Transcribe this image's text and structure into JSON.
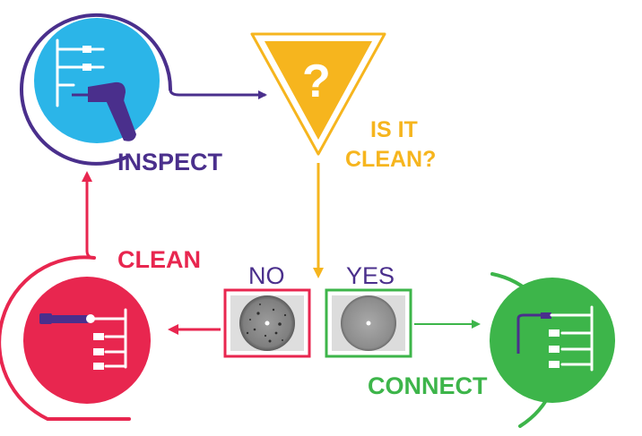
{
  "labels": {
    "inspect": "INSPECT",
    "question_mark": "?",
    "is_it_line1": "IS IT",
    "is_it_line2": "CLEAN?",
    "clean": "CLEAN",
    "no": "NO",
    "yes": "YES",
    "connect": "CONNECT"
  },
  "colors": {
    "inspect": "#4a2f8c",
    "inspect_fill": "#2bb5e8",
    "decision": "#f6b51e",
    "clean": "#e8264f",
    "connect": "#3db54a"
  },
  "icons": {
    "inspect": "fiber-inspection-scope-icon",
    "decision": "warning-triangle-question-icon",
    "clean": "fiber-cleaning-tool-icon",
    "connect": "fiber-connector-icon",
    "dirty_sample": "dirty-fiber-endface-image",
    "clean_sample": "clean-fiber-endface-image"
  }
}
